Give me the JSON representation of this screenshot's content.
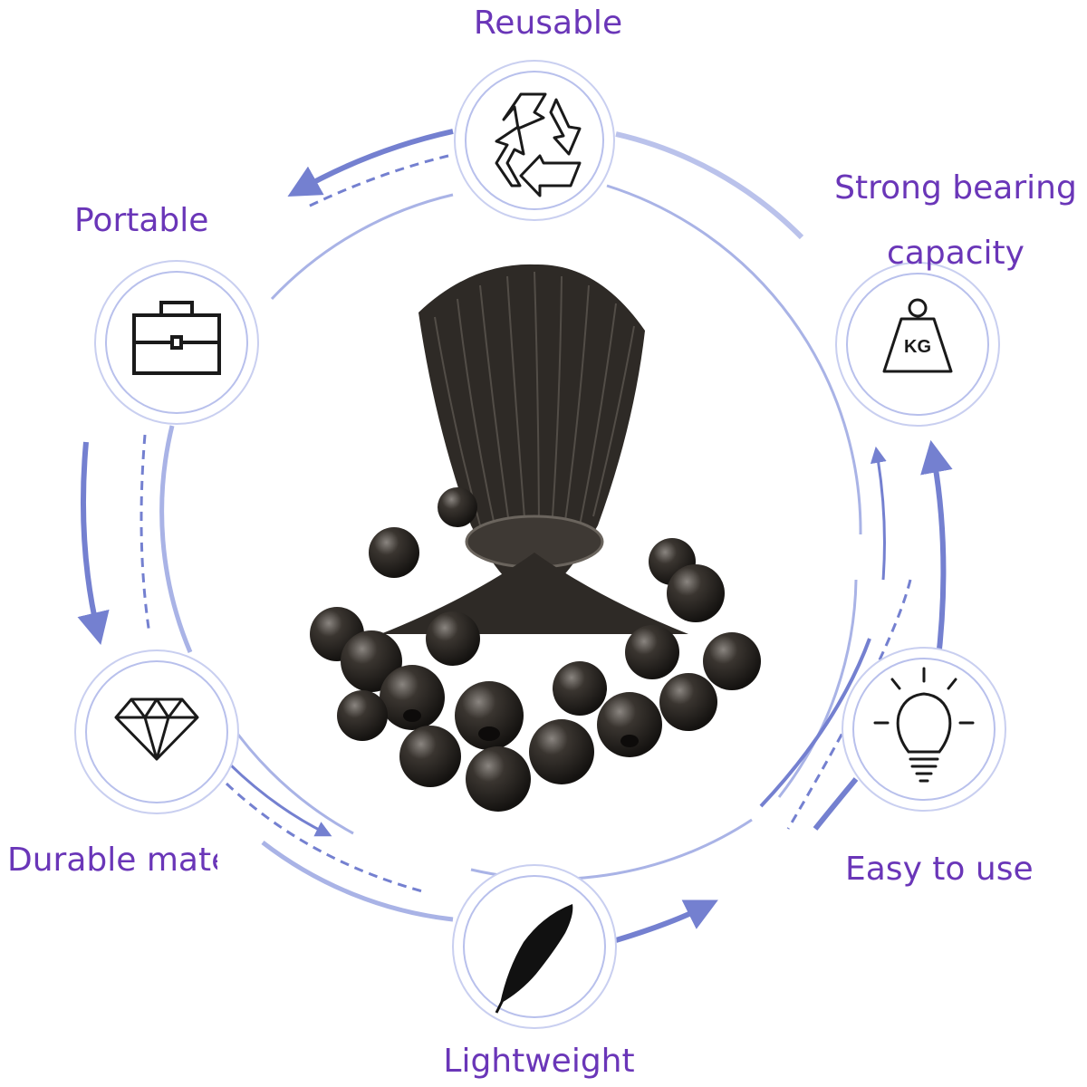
{
  "features": {
    "reusable": {
      "label": "Reusable",
      "icon": "recycle-icon"
    },
    "strong_bearing": {
      "label": "Strong bearing capacity",
      "line1": "Strong bearing",
      "line2": "capacity",
      "icon": "weight-kg-icon",
      "icon_text": "KG"
    },
    "portable": {
      "label": "Portable",
      "icon": "briefcase-icon"
    },
    "durable": {
      "label": "Durable mate",
      "icon": "diamond-icon"
    },
    "easy": {
      "label": "Easy to use",
      "icon": "lightbulb-icon"
    },
    "lightweight": {
      "label": "Lightweight",
      "icon": "feather-icon"
    }
  },
  "product": {
    "icon": "bungee-ball-cords-image"
  },
  "colors": {
    "label_text": "#6a36b8",
    "ring": "#a9b3e6",
    "arrow": "#7480d0",
    "icon_stroke": "#1a1a1a",
    "product": "#2e2a26"
  }
}
